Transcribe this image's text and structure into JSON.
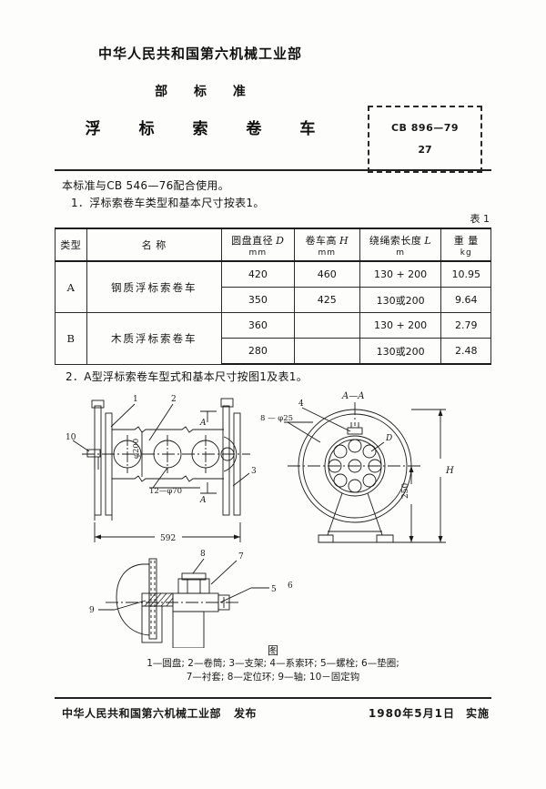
{
  "header": {
    "ministry": "中华人民共和国第六机械工业部",
    "doc_kind": "部 标 准",
    "doc_title": "浮 标 索 卷 车",
    "standard_number": "CB 896—79",
    "page_number": "27"
  },
  "body": {
    "scope_note": "本标准与CB 546—76配合使用。",
    "item1": "1．浮标索卷车类型和基本尺寸按表1。",
    "item2": "2．A型浮标索卷车型式和基本尺寸按图1及表1。",
    "table_label": "表 1"
  },
  "table": {
    "headers": [
      {
        "main": "类型",
        "unit": ""
      },
      {
        "main": "名    称",
        "unit": ""
      },
      {
        "main": "圆盘直径",
        "symbol": "D",
        "unit": "mm"
      },
      {
        "main": "卷车高",
        "symbol": "H",
        "unit": "mm"
      },
      {
        "main": "绕绳索长度",
        "symbol": "L",
        "unit": "m"
      },
      {
        "main": "重    量",
        "unit": "kg"
      }
    ],
    "rows": [
      {
        "type": "A",
        "name": "钢质浮标索卷车",
        "d": "420",
        "h": "460",
        "l": "130 + 200",
        "w": "10.95"
      },
      {
        "type": "A",
        "name": "钢质浮标索卷车",
        "d": "350",
        "h": "425",
        "l": "130或200",
        "w": "9.64"
      },
      {
        "type": "B",
        "name": "木质浮标索卷车",
        "d": "360",
        "h": "",
        "l": "130 + 200",
        "w": "2.79"
      },
      {
        "type": "B",
        "name": "木质浮标索卷车",
        "d": "280",
        "h": "",
        "l": "130或200",
        "w": "2.48"
      }
    ]
  },
  "figure": {
    "caption": "图",
    "section_label": "A—A",
    "callouts": {
      "c1": "1",
      "c2": "2",
      "c3": "3",
      "c4": "4",
      "c5": "5",
      "c6": "6",
      "c7": "7",
      "c8": "8",
      "c9": "9",
      "c10": "10"
    },
    "dimensions": {
      "front_width": "592",
      "disc_bore": "φ200",
      "hole_pattern": "12—φ70",
      "bolt_pattern": "8 — φ25",
      "stand_height": "250",
      "diameter_symbol": "D",
      "height_symbol": "H",
      "cut_mark": "A"
    },
    "legend_line1": "1—圆盘;  2—卷筒;  3—支架;  4—系索环;  5—螺栓;  6—垫圈;",
    "legend_line2": "7—衬套;  8—定位环;  9—轴;  10－固定钩"
  },
  "footer": {
    "issuer": "中华人民共和国第六机械工业部",
    "issue_action": "发布",
    "effective_date": "1980年5月1日",
    "effective_action": "实施"
  }
}
